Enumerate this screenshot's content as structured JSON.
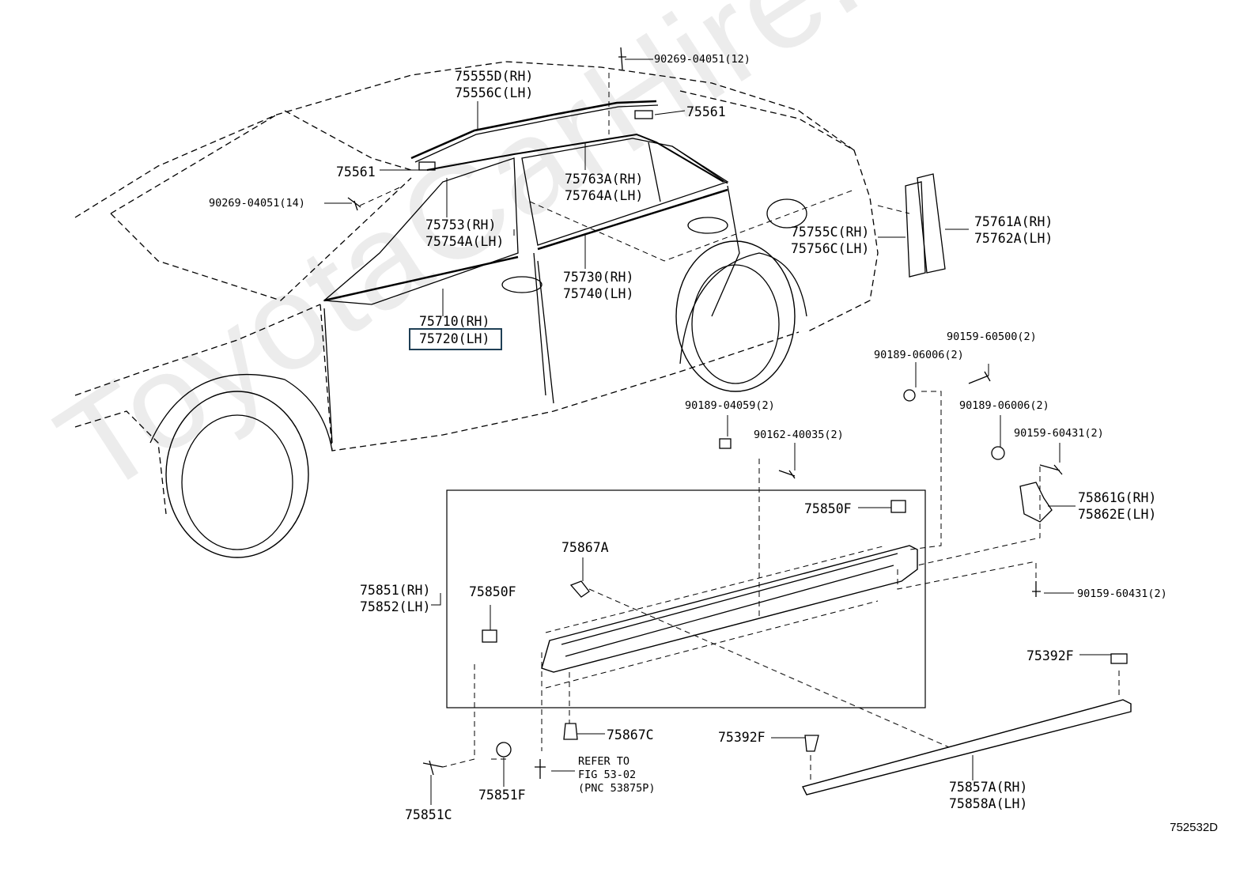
{
  "watermark": "ToyotaCarHire.ru",
  "figure_code": "752532D",
  "highlighted_part": "75720(LH)",
  "labels": {
    "p90269_12": "90269-04051(12)",
    "p75555d": "75555D(RH)",
    "p75556c": "75556C(LH)",
    "p75561_a": "75561",
    "p75561_b": "75561",
    "p90269_14": "90269-04051(14)",
    "p75763a": "75763A(RH)",
    "p75764a": "75764A(LH)",
    "p75753": "75753(RH)",
    "p75754a": "75754A(LH)",
    "p75755c": "75755C(RH)",
    "p75756c": "75756C(LH)",
    "p75761a": "75761A(RH)",
    "p75762a": "75762A(LH)",
    "p75730": "75730(RH)",
    "p75740": "75740(LH)",
    "p75710": "75710(RH)",
    "p75720": "75720(LH)",
    "p90159_500": "90159-60500(2)",
    "p90189_006a": "90189-06006(2)",
    "p90189_059": "90189-04059(2)",
    "p90162": "90162-40035(2)",
    "p90189_006b": "90189-06006(2)",
    "p90159_431a": "90159-60431(2)",
    "p75861g": "75861G(RH)",
    "p75862e": "75862E(LH)",
    "p75850f_a": "75850F",
    "p75867a": "75867A",
    "p75851": "75851(RH)",
    "p75852": "75852(LH)",
    "p75850f_b": "75850F",
    "p90159_431b": "90159-60431(2)",
    "p75392f_a": "75392F",
    "p75867c": "75867C",
    "p75392f_b": "75392F",
    "refer1": "REFER TO",
    "refer2": "FIG 53-02",
    "refer3": "(PNC 53875P)",
    "p75851f": "75851F",
    "p75851c": "75851C",
    "p75857a": "75857A(RH)",
    "p75858a": "75858A(LH)"
  },
  "colors": {
    "line": "#000000",
    "highlight_border": "#1f3f55"
  }
}
